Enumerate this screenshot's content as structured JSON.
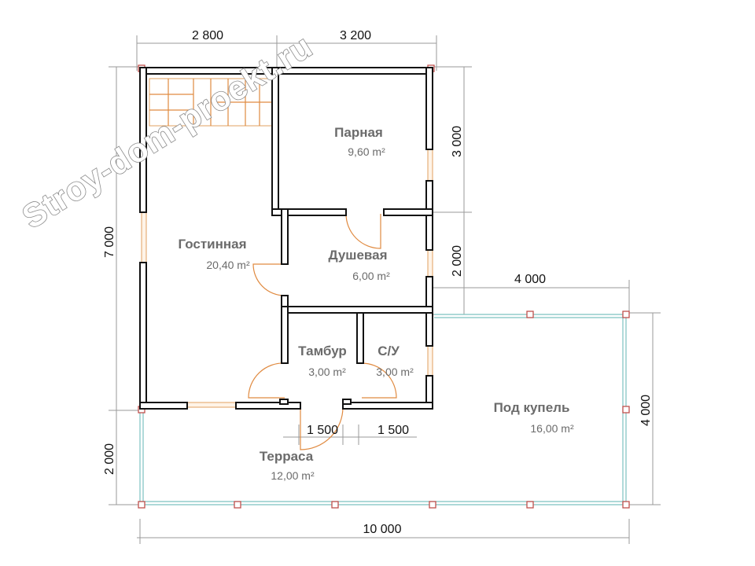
{
  "watermark": "Stroy-dom-proekt.ru",
  "rooms": [
    {
      "name": "Парная",
      "area": "9,60 m²"
    },
    {
      "name": "Гостинная",
      "area": "20,40 m²"
    },
    {
      "name": "Душевая",
      "area": "6,00 m²"
    },
    {
      "name": "Тамбур",
      "area": "3,00 m²"
    },
    {
      "name": "С/У",
      "area": "3,00 m²"
    },
    {
      "name": "Под купель",
      "area": "16,00 m²"
    },
    {
      "name": "Терраса",
      "area": "12,00 m²"
    }
  ],
  "dimensions": {
    "top_left": "2 800",
    "top_right": "3 200",
    "left_main": "7 000",
    "left_terrace": "2 000",
    "right_upper": "3 000",
    "right_lower": "2 000",
    "kupel_width": "4 000",
    "kupel_depth": "4 000",
    "door_left": "1 500",
    "door_right": "1 500",
    "total_width": "10 000"
  }
}
